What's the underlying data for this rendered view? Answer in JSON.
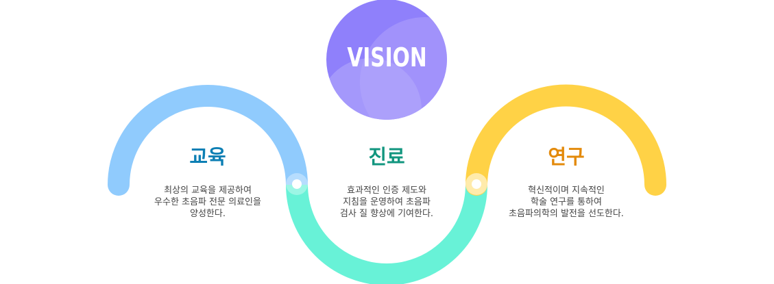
{
  "vision": {
    "label": "VISION"
  },
  "colors": {
    "education": "#90cbfd",
    "treatment": "#68f2d7",
    "research": "#ffd246",
    "vision_circle": "#9585fa",
    "title_education": "#0d7fb4",
    "title_treatment": "#12967f",
    "title_research": "#e38a0b"
  },
  "pillars": [
    {
      "title": "교육",
      "lines": [
        "최상의 교육을 제공하여",
        "우수한 초음파 전문 의료인을",
        "양성한다."
      ]
    },
    {
      "title": "진료",
      "lines": [
        "효과적인 인증 제도와",
        "지침을 운영하여 초음파",
        "검사 질 향상에 기여한다."
      ]
    },
    {
      "title": "연구",
      "lines": [
        "혁신적이며 지속적인",
        "학술 연구를 통하여",
        "초음파의학의 발전을 선도한다."
      ]
    }
  ]
}
